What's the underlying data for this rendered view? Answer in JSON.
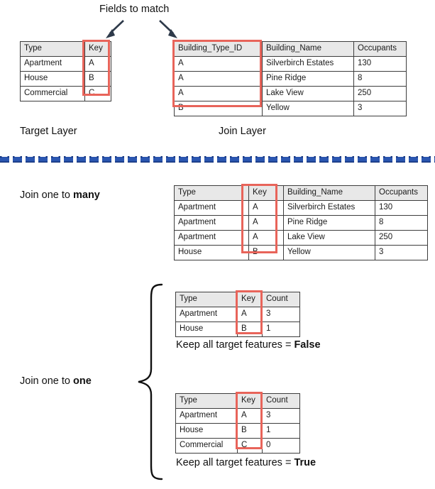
{
  "annotations": {
    "fields_to_match": "Fields to match",
    "target_layer": "Target Layer",
    "join_layer": "Join Layer",
    "join_one_to_many_prefix": "Join one to ",
    "join_one_to_many_emphasis": "many",
    "join_one_to_one_prefix": "Join one to ",
    "join_one_to_one_emphasis": "one",
    "keep_all_prefix": "Keep all target features = ",
    "keep_all_false": "False",
    "keep_all_true": "True"
  },
  "colors": {
    "highlight": "#e8645a",
    "arrow": "#2e3a4a",
    "divider": "#2b56b0",
    "header_fill": "#e8e8e8",
    "border": "#3d3d3d"
  },
  "icons": {
    "arrow_left": "arrow-down-left-icon",
    "arrow_right": "arrow-down-right-icon",
    "brace": "curly-brace-icon",
    "divider": "dashed-divider-icon"
  },
  "target_table": {
    "headers": [
      "Type",
      "Key"
    ],
    "rows": [
      [
        "Apartment",
        "A"
      ],
      [
        "House",
        "B"
      ],
      [
        "Commercial",
        "C"
      ]
    ]
  },
  "join_table": {
    "headers": [
      "Building_Type_ID",
      "Building_Name",
      "Occupants"
    ],
    "rows": [
      [
        "A",
        "Silverbirch Estates",
        "130"
      ],
      [
        "A",
        "Pine Ridge",
        "8"
      ],
      [
        "A",
        "Lake View",
        "250"
      ],
      [
        "B",
        "Yellow",
        "3"
      ]
    ]
  },
  "one_to_many_table": {
    "headers": [
      "Type",
      "Key",
      "Building_Name",
      "Occupants"
    ],
    "rows": [
      [
        "Apartment",
        "A",
        "Silverbirch Estates",
        "130"
      ],
      [
        "Apartment",
        "A",
        "Pine Ridge",
        "8"
      ],
      [
        "Apartment",
        "A",
        "Lake View",
        "250"
      ],
      [
        "House",
        "B",
        "Yellow",
        "3"
      ]
    ]
  },
  "one_to_one_false_table": {
    "headers": [
      "Type",
      "Key",
      "Count"
    ],
    "rows": [
      [
        "Apartment",
        "A",
        "3"
      ],
      [
        "House",
        "B",
        "1"
      ]
    ]
  },
  "one_to_one_true_table": {
    "headers": [
      "Type",
      "Key",
      "Count"
    ],
    "rows": [
      [
        "Apartment",
        "A",
        "3"
      ],
      [
        "House",
        "B",
        "1"
      ],
      [
        "Commercial",
        "C",
        "0"
      ]
    ]
  }
}
